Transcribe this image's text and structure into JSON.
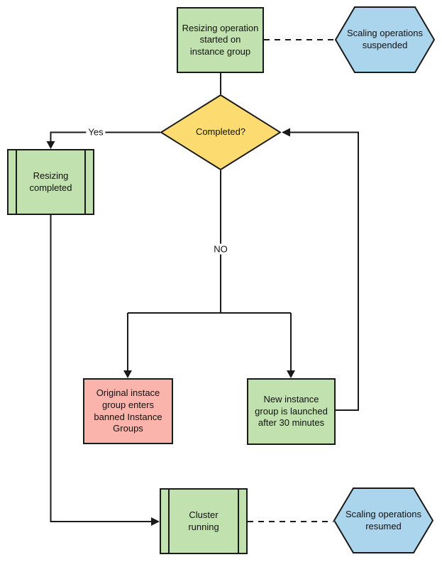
{
  "colors": {
    "canvas": "#ffffff",
    "green": "#c1e2ae",
    "yellow": "#fcdb71",
    "blue": "#abd5ec",
    "pink": "#fab4ab",
    "stroke": "#1a1a1a"
  },
  "nodes": {
    "start": {
      "label": "Resizing operation\nstarted on\ninstance group",
      "shape": "process"
    },
    "suspended": {
      "label": "Scaling operations\nsuspended",
      "shape": "hexagon"
    },
    "decision": {
      "label": "Completed?",
      "shape": "diamond"
    },
    "resizing_completed": {
      "label": "Resizing\ncompleted",
      "shape": "predefined-process"
    },
    "banned": {
      "label": "Original instace\ngroup enters\nbanned Instance\nGroups",
      "shape": "process"
    },
    "new_group": {
      "label": "New instance\ngroup is launched\nafter 30 minutes",
      "shape": "process"
    },
    "cluster": {
      "label": "Cluster\nrunning",
      "shape": "predefined-process"
    },
    "resumed": {
      "label": "Scaling operations\nresumed",
      "shape": "hexagon"
    }
  },
  "edge_labels": {
    "yes": "Yes",
    "no": "NO"
  }
}
